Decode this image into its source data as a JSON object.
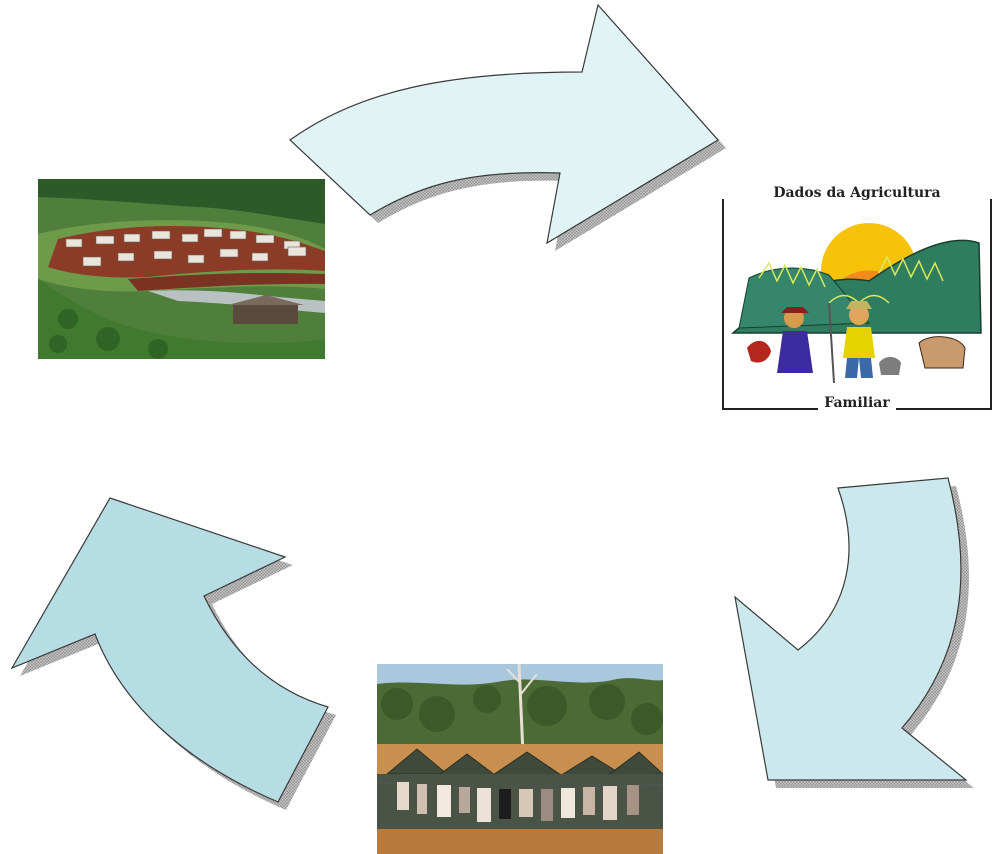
{
  "logo": {
    "title": "Dados da Agricultura",
    "footer": "Familiar"
  },
  "colors": {
    "arrow_light": "#e1f4f5",
    "arrow_mid": "#cbe8ec",
    "arrow_dark": "#b6dde3",
    "arrow_stroke": "#3a3a3a",
    "shadow": "#9a9a9a",
    "logo_green": "#2e7d5f",
    "logo_sun": "#f6c20a"
  },
  "icons": [
    "arrow-top",
    "arrow-right",
    "arrow-left"
  ]
}
